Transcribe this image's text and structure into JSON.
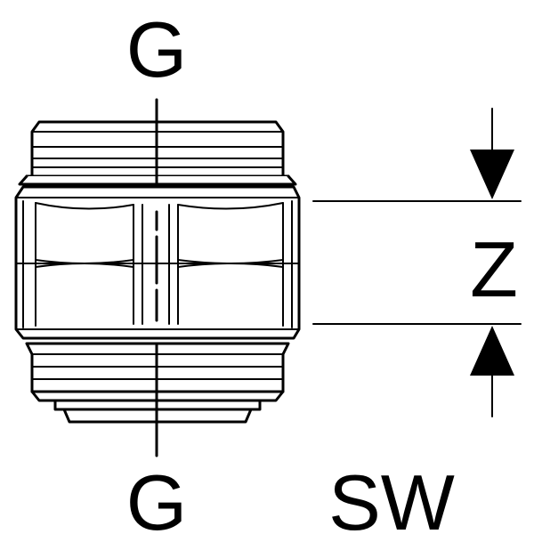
{
  "labels": {
    "top_thread": "G",
    "bottom_thread": "G",
    "dimension": "Z",
    "wrench_size": "SW"
  },
  "colors": {
    "stroke": "#000000",
    "fill": "#ffffff"
  }
}
